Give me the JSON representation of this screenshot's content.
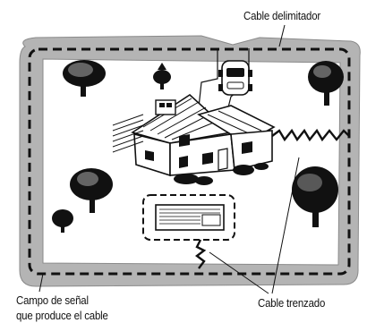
{
  "labels": {
    "boundary_cable": "Cable delimitador",
    "signal_field_line1": "Campo de señal",
    "signal_field_line2": "que produce el cable",
    "twisted_cable": "Cable trenzado"
  },
  "colors": {
    "ink": "#111111",
    "field_gray": "#b4b4b4",
    "paper": "#ffffff"
  },
  "icons": [
    "house-icon",
    "car-icon",
    "tree-icon",
    "shrub-icon",
    "water-feature-icon"
  ]
}
